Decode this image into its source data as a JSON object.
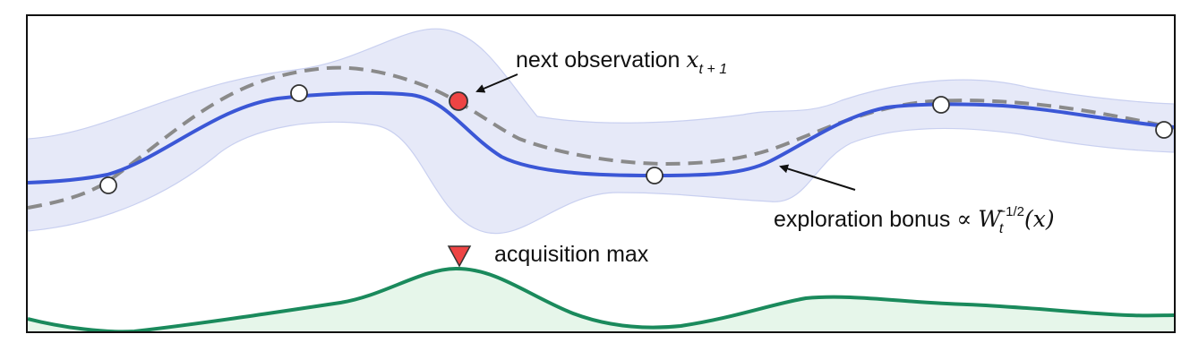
{
  "annotations": {
    "next_obs_text": "next observation",
    "next_obs_var": "x",
    "next_obs_sub": "t + 1",
    "bonus_text": "exploration bonus",
    "bonus_propto": "∝",
    "bonus_var": "W",
    "bonus_sub": "t",
    "bonus_sup": "−1/2",
    "bonus_arg": "(x)",
    "acq_text": "acquisition max"
  },
  "colors": {
    "mean": "#3b57d6",
    "band": "#e6e9f8",
    "band_edge": "#c9d0f0",
    "true_fn": "#8a8a8a",
    "next_point": "#ee4444",
    "acq_line": "#1a8a5c",
    "acq_fill": "#e6f6ea",
    "acq_marker": "#ee4444"
  },
  "icons": {
    "next_point": "red-circle",
    "acq_marker": "red-down-triangle",
    "observations": "hollow-circle"
  }
}
